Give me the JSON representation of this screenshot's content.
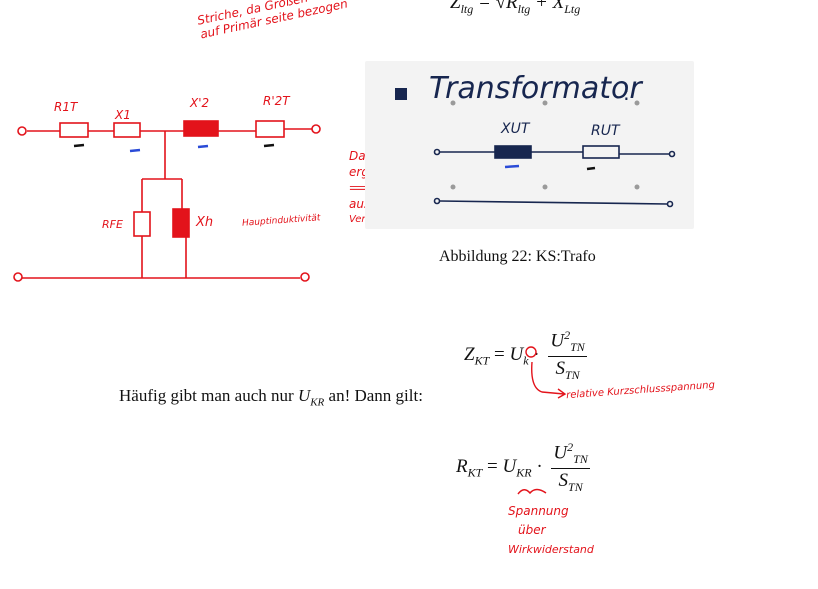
{
  "top_formula": {
    "lhs": "Z",
    "lhs_sub": "ltg",
    "rhs_a": "R",
    "rhs_a_sub": "ltg",
    "rhs_b": "X",
    "rhs_b_sub": "Ltg"
  },
  "circuit_left": {
    "annotation": [
      "Striche, da Größen",
      "auf Primär seite bezogen"
    ],
    "labels": {
      "r1t": "R1T",
      "x1": "X1",
      "x2": "X'2",
      "r2t": "R'2T",
      "rfe": "RFE",
      "xh": "Xh",
      "hauptinduktivitaet": "Hauptinduktivität"
    }
  },
  "side_note": [
    "Daraus",
    "ergibt sich",
    "⟹",
    "aus",
    "Verhältnismäßigkeit"
  ],
  "photo": {
    "title": "Transformator",
    "colon": ":",
    "xut": "XUT",
    "rut": "RUT"
  },
  "caption": "Abbildung 22: KS:Trafo",
  "formula_zkt": {
    "lhs": "Z",
    "lhs_sub": "KT",
    "eq": "=",
    "u": "U",
    "u_sub": "k",
    "dot": "·",
    "num": "U",
    "num_sub": "TN",
    "num_sup": "2",
    "den": "S",
    "den_sub": "TN"
  },
  "zkt_annotation": "relative Kurzschlussspannung",
  "paragraph": {
    "text_a": "Häufig gibt man auch nur ",
    "var": "U",
    "var_sub": "KR",
    "text_b": " an! Dann gilt:"
  },
  "formula_rkt": {
    "lhs": "R",
    "lhs_sub": "KT",
    "eq": "=",
    "u": "U",
    "u_sub": "KR",
    "dot": "·",
    "num": "U",
    "num_sub": "TN",
    "num_sup": "2",
    "den": "S",
    "den_sub": "TN"
  },
  "rkt_annotation": [
    "Spannung",
    "über",
    "Wirkwiderstand"
  ]
}
